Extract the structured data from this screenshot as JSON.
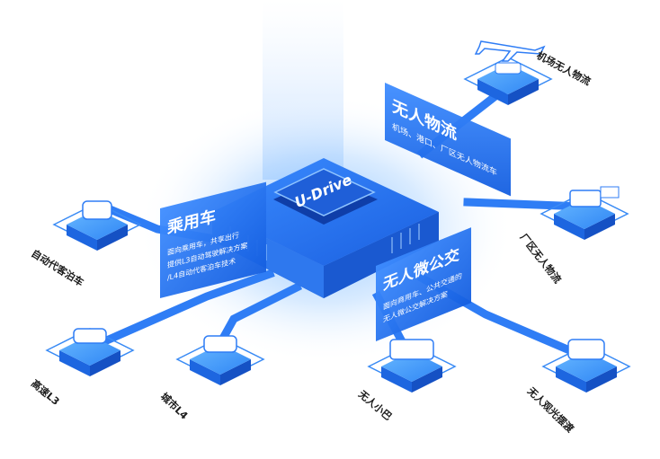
{
  "core": {
    "brand": "U-Drive"
  },
  "panels": {
    "logistics": {
      "title": "无人物流",
      "sub": "机场、港口、厂区无人物流车"
    },
    "passenger": {
      "title": "乘用车",
      "lines": [
        "面向乘用车，共享出行",
        "提供L3自动驾驶解决方案",
        "/L4自动代客泊车技术"
      ]
    },
    "bus": {
      "title": "无人微公交",
      "lines": [
        "面向商用车、公共交通的",
        "无人微公交解决方案"
      ]
    }
  },
  "nodes": {
    "airport": "机场无人物流",
    "factory": "厂区无人物流",
    "valet": "自动代客泊车",
    "highway": "高速L3",
    "urban": "城市L4",
    "minibus": "无人小巴",
    "sightseeing": "无人观光摆渡"
  },
  "colors": {
    "primary": "#1e6bf0",
    "light": "#4da3ff",
    "pale": "#cfe4ff",
    "glow": "#8fc4ff"
  }
}
